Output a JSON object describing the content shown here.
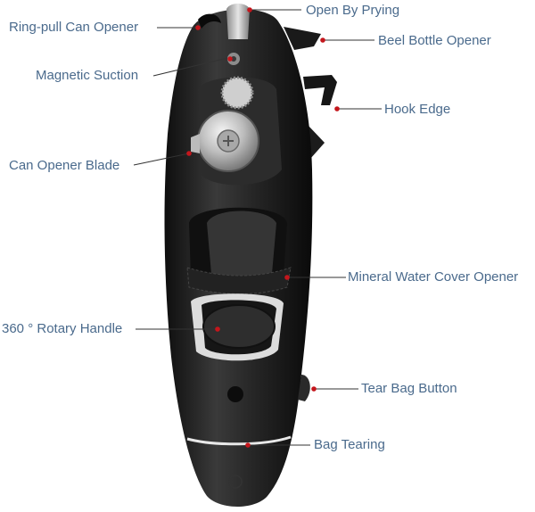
{
  "labels": [
    {
      "id": "open-by-prying",
      "text": "Open By Prying"
    },
    {
      "id": "ring-pull-can-opener",
      "text": "Ring-pull Can Opener"
    },
    {
      "id": "beel-bottle-opener",
      "text": "Beel Bottle Opener"
    },
    {
      "id": "magnetic-suction",
      "text": "Magnetic Suction"
    },
    {
      "id": "hook-edge",
      "text": "Hook Edge"
    },
    {
      "id": "can-opener-blade",
      "text": "Can Opener Blade"
    },
    {
      "id": "mineral-water-cover-opener",
      "text": "Mineral Water Cover Opener"
    },
    {
      "id": "rotary-handle",
      "text": "360 ° Rotary Handle"
    },
    {
      "id": "tear-bag-button",
      "text": "Tear Bag Button"
    },
    {
      "id": "bag-tearing",
      "text": "Bag Tearing"
    }
  ],
  "colors": {
    "label_text": "#4a6a8c",
    "marker_dot": "#c4161c",
    "leader_line": "#333333",
    "body_dark": "#1c1c1c",
    "metal": "#b8b8b8"
  }
}
